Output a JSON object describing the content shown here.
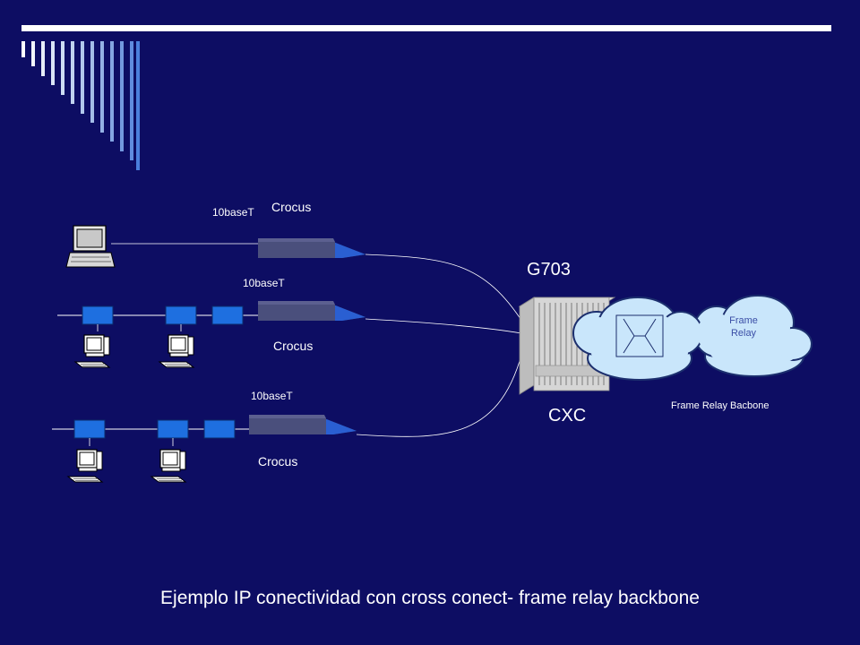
{
  "diagram": {
    "labels": {
      "crocus_top": "Crocus",
      "crocus_mid": "Crocus",
      "crocus_bottom": "Crocus",
      "link_top": "10baseT",
      "link_mid": "10baseT",
      "link_bottom": "10baseT",
      "g703": "G703",
      "cxc": "CXC",
      "frame_relay_line1": "Frame",
      "frame_relay_line2": "Relay",
      "backbone": "Frame Relay Bacbone"
    },
    "caption": "Ejemplo IP conectividad con cross conect- frame relay backbone"
  },
  "colors": {
    "background": "#0d0d63",
    "accent_bar": "#ffffff",
    "network_blue": "#1e6fe0",
    "cloud": "#c9e6fb",
    "modem": "#4a4f7c"
  }
}
